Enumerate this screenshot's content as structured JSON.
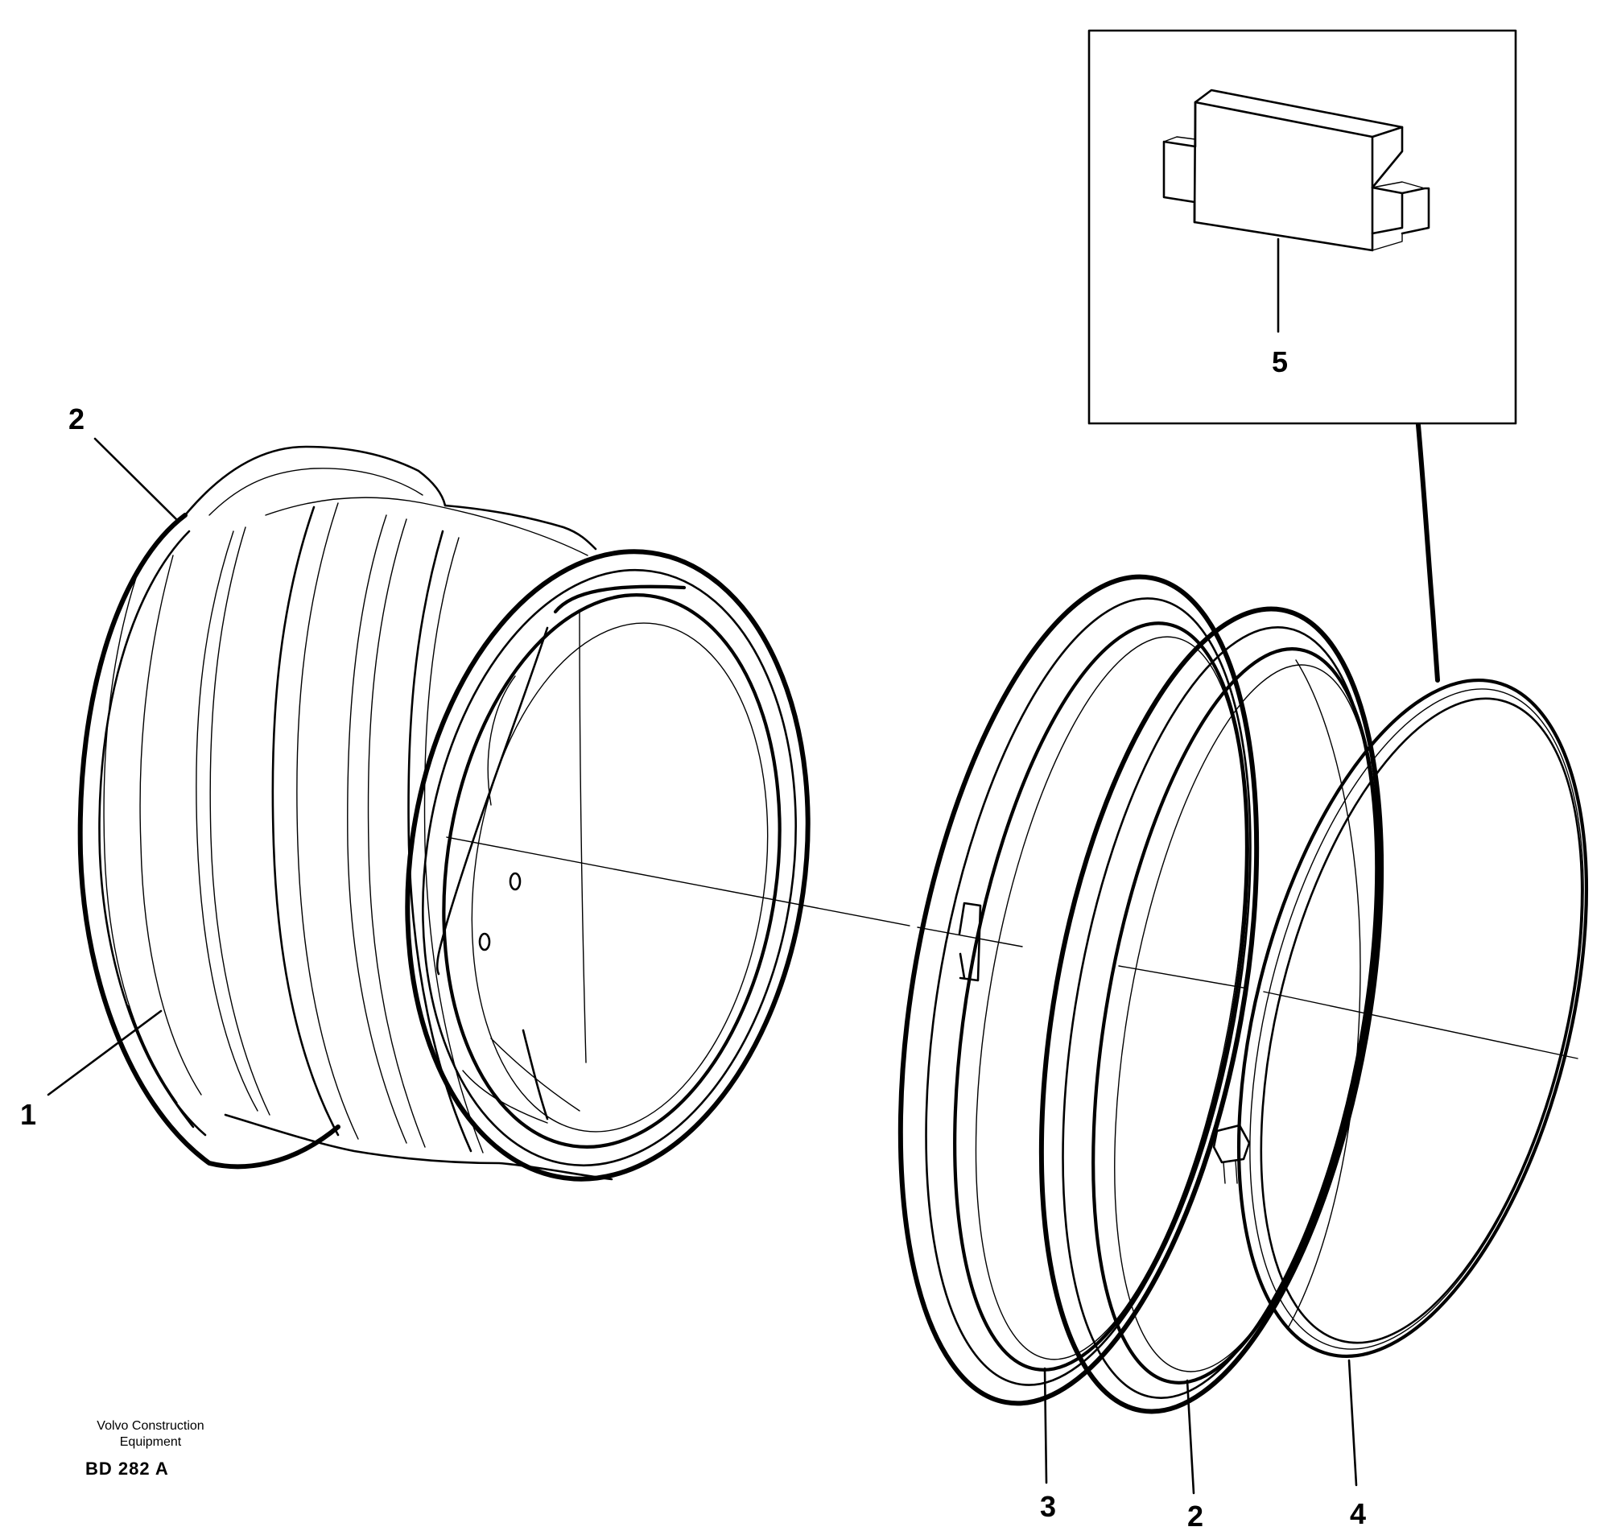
{
  "callouts": {
    "rim_outer_flange": "2",
    "rim_body": "1",
    "detail_lock_key": "5",
    "lock_ring": "3",
    "side_ring": "2",
    "rubber_seal_ring": "4"
  },
  "caption": {
    "line1": "Volvo Construction",
    "line2": "Equipment"
  },
  "figure_code": "BD 282 A",
  "colors": {
    "ink": "#000000",
    "paper": "#ffffff"
  }
}
